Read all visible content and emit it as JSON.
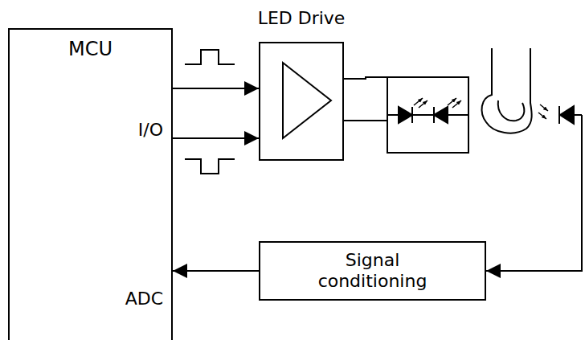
{
  "diagram": {
    "nodes": [
      {
        "text": [
          "MCU",
          "I/O",
          "ADC"
        ]
      },
      {
        "text": [
          "LED Drive"
        ]
      },
      {
        "text": [
          "Signal conditioning"
        ]
      }
    ],
    "edges": [
      {
        "from": 0,
        "to": 1,
        "arrow": "to"
      },
      {
        "from": 0,
        "to": 1,
        "arrow": "to"
      },
      {
        "from": 2,
        "to": 0,
        "arrow": "to"
      }
    ]
  }
}
